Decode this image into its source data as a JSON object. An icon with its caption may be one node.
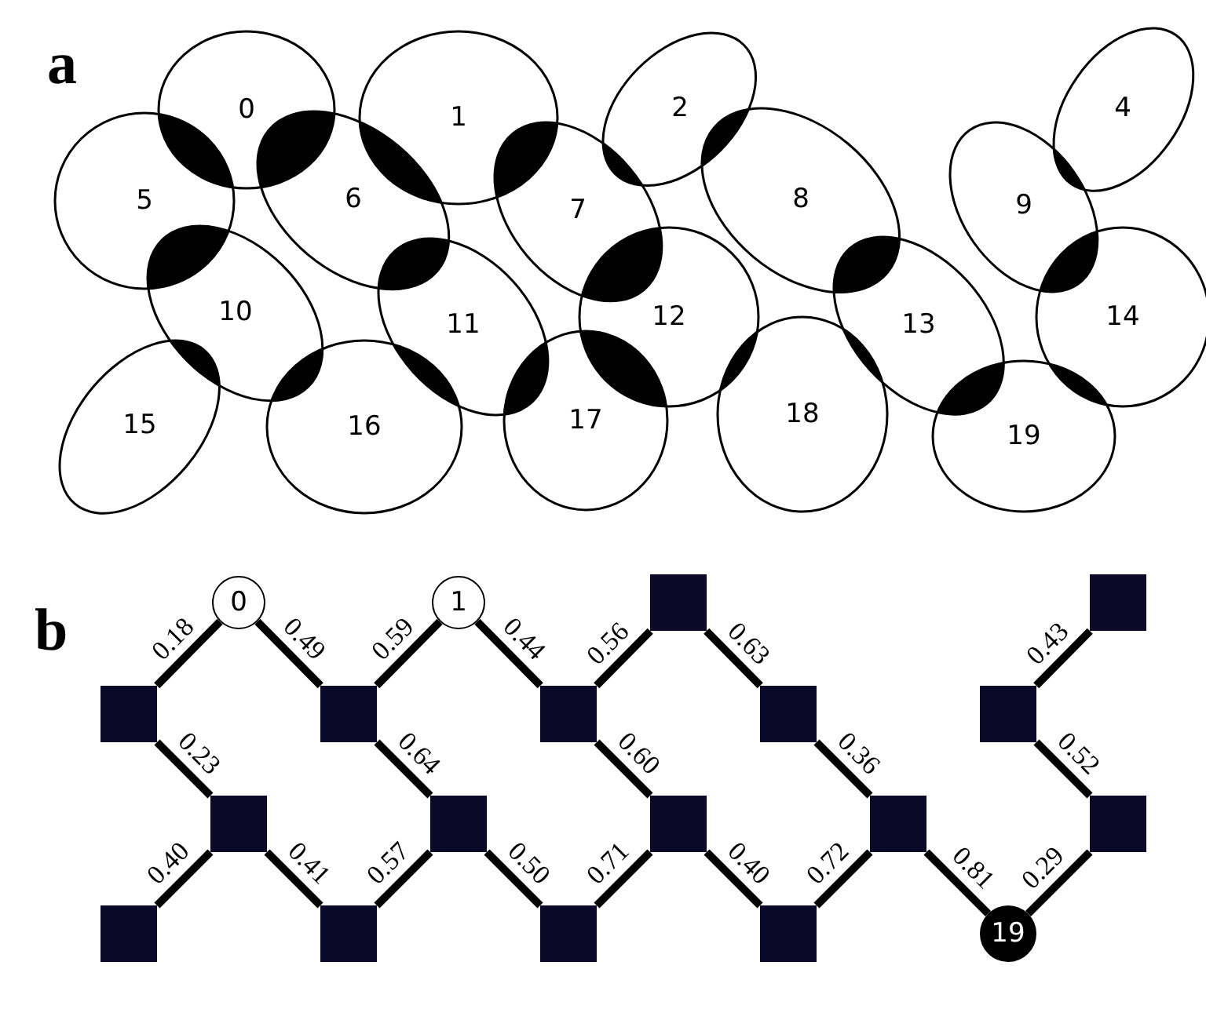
{
  "diagram": {
    "nodes": [
      {
        "text": [
          "0"
        ]
      },
      {
        "text": [
          "1"
        ]
      },
      {
        "text": [
          "2"
        ]
      },
      {
        "text": [
          "4"
        ]
      },
      {
        "text": [
          "5"
        ]
      },
      {
        "text": [
          "6"
        ]
      },
      {
        "text": [
          "7"
        ]
      },
      {
        "text": [
          "8"
        ]
      },
      {
        "text": [
          "9"
        ]
      },
      {
        "text": [
          "10"
        ]
      },
      {
        "text": [
          "11"
        ]
      },
      {
        "text": [
          "12"
        ]
      },
      {
        "text": [
          "13"
        ]
      },
      {
        "text": [
          "14"
        ]
      },
      {
        "text": [
          "15"
        ]
      },
      {
        "text": [
          "16"
        ]
      },
      {
        "text": [
          "17"
        ]
      },
      {
        "text": [
          "18"
        ]
      },
      {
        "text": [
          "19"
        ]
      },
      {
        "text": [
          "0"
        ]
      },
      {
        "text": [
          "1"
        ]
      },
      {
        "text": [],
        "shape": "box"
      },
      {
        "text": [],
        "shape": "box"
      },
      {
        "text": [],
        "shape": "box"
      },
      {
        "text": [],
        "shape": "box"
      },
      {
        "text": [],
        "shape": "box"
      },
      {
        "text": [],
        "shape": "box"
      },
      {
        "text": [],
        "shape": "box"
      },
      {
        "text": [],
        "shape": "box"
      },
      {
        "text": [],
        "shape": "box"
      },
      {
        "text": [],
        "shape": "box"
      },
      {
        "text": [],
        "shape": "box"
      },
      {
        "text": [],
        "shape": "box"
      },
      {
        "text": [],
        "shape": "box"
      },
      {
        "text": [],
        "shape": "box"
      },
      {
        "text": [],
        "shape": "box"
      },
      {
        "text": [],
        "shape": "box"
      },
      {
        "text": [
          "19"
        ]
      }
    ],
    "edges": [
      {
        "from": 19,
        "to": 23,
        "arrow": "none",
        "label": "0.18"
      },
      {
        "from": 19,
        "to": 24,
        "arrow": "none",
        "label": "0.49"
      },
      {
        "from": 20,
        "to": 24,
        "arrow": "none",
        "label": "0.59"
      },
      {
        "from": 20,
        "to": 25,
        "arrow": "none",
        "label": "0.44"
      },
      {
        "from": 21,
        "to": 25,
        "arrow": "none",
        "label": "0.56"
      },
      {
        "from": 21,
        "to": 26,
        "arrow": "none",
        "label": "0.63"
      },
      {
        "from": 22,
        "to": 27,
        "arrow": "none",
        "label": "0.43"
      },
      {
        "from": 23,
        "to": 28,
        "arrow": "none",
        "label": "0.23"
      },
      {
        "from": 24,
        "to": 29,
        "arrow": "none",
        "label": "0.64"
      },
      {
        "from": 25,
        "to": 30,
        "arrow": "none",
        "label": "0.60"
      },
      {
        "from": 26,
        "to": 31,
        "arrow": "none",
        "label": "0.36"
      },
      {
        "from": 27,
        "to": 32,
        "arrow": "none",
        "label": "0.52"
      },
      {
        "from": 28,
        "to": 33,
        "arrow": "none",
        "label": "0.40"
      },
      {
        "from": 28,
        "to": 34,
        "arrow": "none",
        "label": "0.41"
      },
      {
        "from": 29,
        "to": 34,
        "arrow": "none",
        "label": "0.57"
      },
      {
        "from": 29,
        "to": 35,
        "arrow": "none",
        "label": "0.50"
      },
      {
        "from": 30,
        "to": 35,
        "arrow": "none",
        "label": "0.71"
      },
      {
        "from": 30,
        "to": 36,
        "arrow": "none",
        "label": "0.40"
      },
      {
        "from": 31,
        "to": 36,
        "arrow": "none",
        "label": "0.72"
      },
      {
        "from": 31,
        "to": 37,
        "arrow": "none",
        "label": "0.81"
      },
      {
        "from": 32,
        "to": 37,
        "arrow": "none",
        "label": "0.29"
      }
    ],
    "labels": [
      "a",
      "b"
    ]
  }
}
